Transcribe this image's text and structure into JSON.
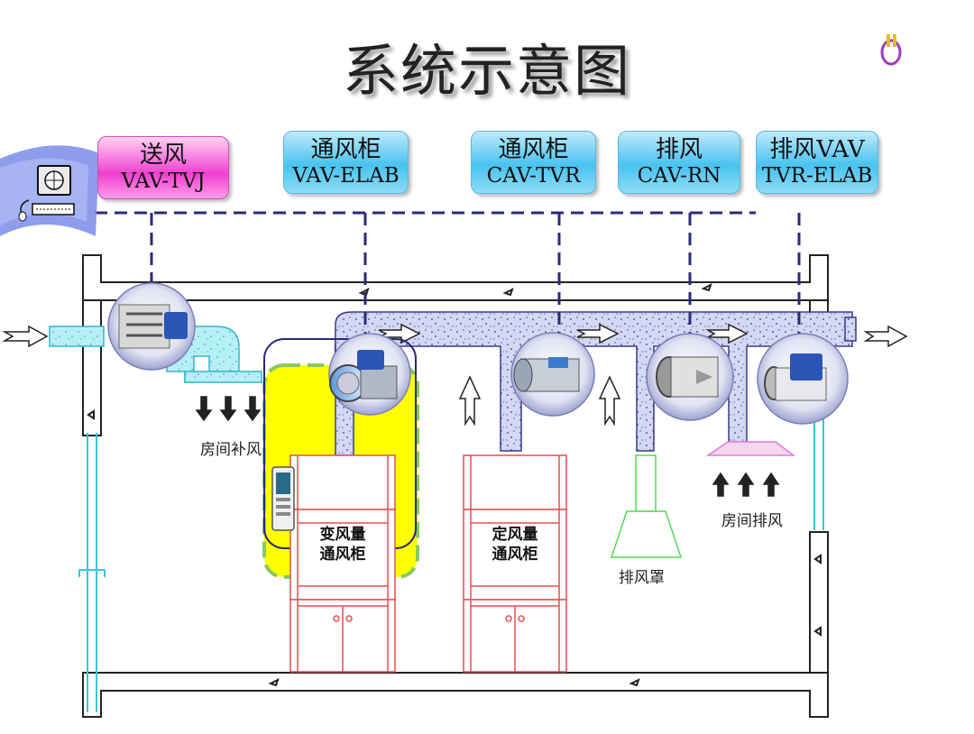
{
  "title": "系统示意图",
  "labels": [
    {
      "line1": "送风",
      "line2": "VAV-TVJ",
      "style": "pink"
    },
    {
      "line1": "通风柜",
      "line2": "VAV-ELAB",
      "style": "blue"
    },
    {
      "line1": "通风柜",
      "line2": "CAV-TVR",
      "style": "blue"
    },
    {
      "line1": "排风",
      "line2": "CAV-RN",
      "style": "blue"
    },
    {
      "line1": "排风VAV",
      "line2": "TVR-ELAB",
      "style": "blue"
    }
  ],
  "zones": {
    "room_supply": "房间补风",
    "room_exhaust": "房间排风",
    "exhaust_hood": "排风罩"
  },
  "hoods": {
    "vav_line1": "变风量",
    "vav_line2": "通风柜",
    "cav_line1": "定风量",
    "cav_line2": "通风柜"
  },
  "colors": {
    "control_line": "#2a2a7a",
    "duct_fill": "#cfd3ef",
    "supply_duct": "#a8ecf3",
    "vav_zone": "#ffff00",
    "hood_outline": "#e05050",
    "pipe": "#36c8d8",
    "exhaust_hood": "#53d853",
    "exhaust_grille": "#e07ad8"
  },
  "icons": [
    "computer-icon",
    "monitor-icon",
    "keyboard-icon",
    "mouse-icon"
  ]
}
